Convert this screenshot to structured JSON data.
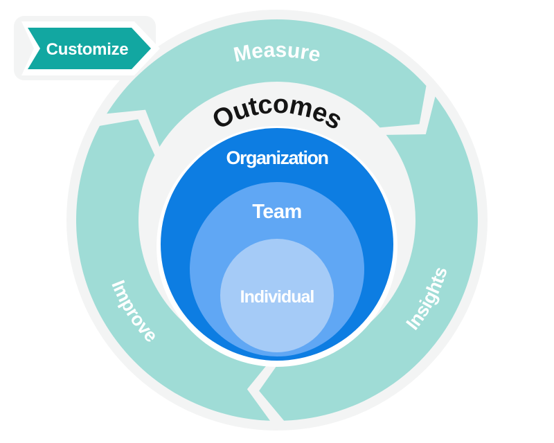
{
  "diagram": {
    "banner": {
      "label": "Customize"
    },
    "cycle_segments": [
      {
        "id": "measure",
        "label": "Measure",
        "position": "top"
      },
      {
        "id": "insights",
        "label": "Insights",
        "position": "right"
      },
      {
        "id": "improve",
        "label": "Improve",
        "position": "left"
      }
    ],
    "center": {
      "heading": "Outcomes",
      "levels": [
        {
          "label": "Organization"
        },
        {
          "label": "Team"
        },
        {
          "label": "Individual"
        }
      ]
    },
    "colors": {
      "banner_teal": "#12a7a1",
      "ring_teal": "#9fdcd6",
      "halo_gray": "#f3f4f4",
      "outline_white": "#ffffff",
      "organization_blue": "#0d7de2",
      "team_blue": "#60a7f4",
      "individual_blue": "#a5cbf7",
      "outcomes_text": "#151515",
      "label_text": "#ffffff"
    }
  }
}
